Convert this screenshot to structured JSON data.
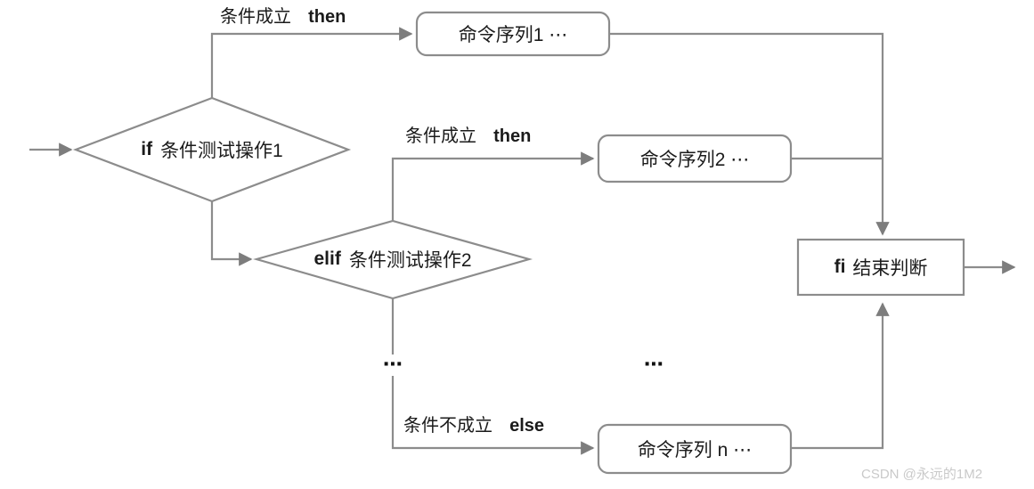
{
  "diagram": {
    "title": "Shell if-elif-else flowchart",
    "stroke_color": "#8c8c8c",
    "text_color": "#1b1b1b",
    "background": "#ffffff",
    "nodes": {
      "decision1": {
        "keyword": "if",
        "text": "条件测试操作1",
        "shape": "diamond"
      },
      "decision2": {
        "keyword": "elif",
        "text": "条件测试操作2",
        "shape": "diamond"
      },
      "process1": {
        "text": "命令序列1 ⋯",
        "shape": "rounded-rect"
      },
      "process2": {
        "text": "命令序列2 ⋯",
        "shape": "rounded-rect"
      },
      "process3": {
        "text": "命令序列 n ⋯",
        "shape": "rounded-rect"
      },
      "end": {
        "keyword": "fi",
        "text": "结束判断",
        "shape": "rect"
      }
    },
    "edge_labels": {
      "then1_cond": "条件成立",
      "then1_kw": "then",
      "then2_cond": "条件成立",
      "then2_kw": "then",
      "else_cond": "条件不成立",
      "else_kw": "else"
    },
    "ellipsis": {
      "left": "⋯",
      "middle": "⋯"
    },
    "watermark": "CSDN @永远的1M2"
  }
}
